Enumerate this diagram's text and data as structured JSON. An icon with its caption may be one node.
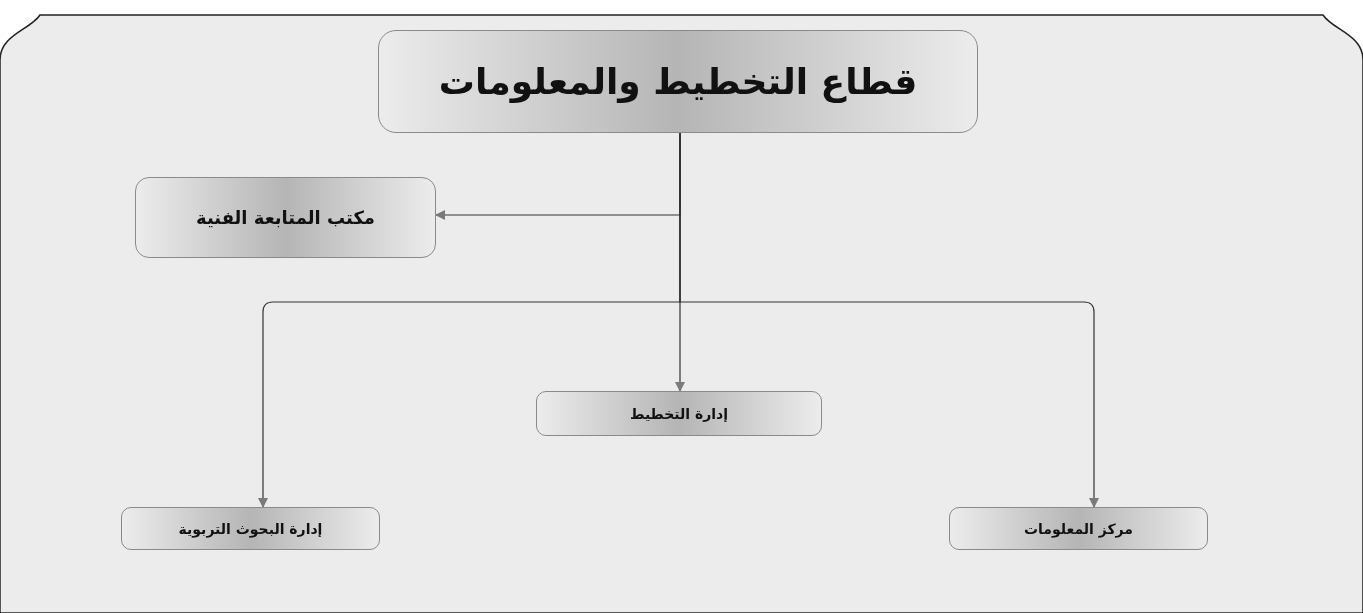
{
  "diagram": {
    "nodes": [
      {
        "text": [
          "قطاع التخطيط والمعلومات"
        ]
      },
      {
        "text": [
          "مكتب المتابعة الفنية"
        ]
      },
      {
        "text": [
          "إدارة التخطيط"
        ]
      },
      {
        "text": [
          "إدارة البحوث التربوية"
        ]
      },
      {
        "text": [
          "مركز المعلومات"
        ]
      }
    ],
    "edges": [
      {
        "from": 0,
        "to": 1,
        "arrow": "to"
      },
      {
        "from": 0,
        "to": 2,
        "arrow": "to"
      },
      {
        "from": 0,
        "to": 3,
        "arrow": "to"
      },
      {
        "from": 0,
        "to": 4,
        "arrow": "to"
      }
    ]
  }
}
